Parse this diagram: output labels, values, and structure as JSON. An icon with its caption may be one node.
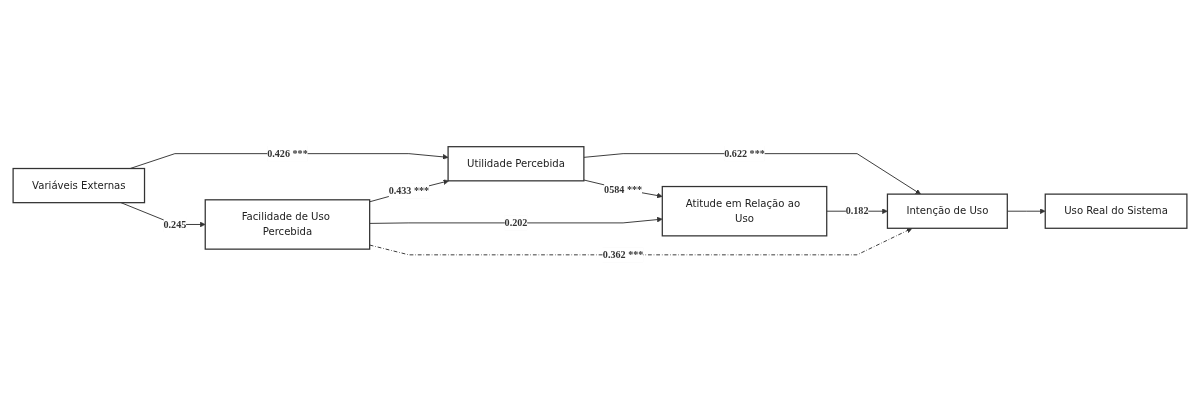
{
  "diagram": {
    "nodes": [
      {
        "text": [
          "Variáveis Externas"
        ]
      },
      {
        "text": [
          "Utilidade Percebida"
        ]
      },
      {
        "text": [
          "Facilidade de Uso Percebida"
        ]
      },
      {
        "text": [
          "Atitude em Relação ao Uso"
        ]
      },
      {
        "text": [
          "Intenção de Uso"
        ]
      },
      {
        "text": [
          "Uso Real do Sistema"
        ]
      }
    ],
    "edges": [
      {
        "from": 0,
        "to": 1,
        "arrow": "to",
        "label": "0.426 ***"
      },
      {
        "from": 0,
        "to": 2,
        "arrow": "to",
        "label": "0.245"
      },
      {
        "from": 2,
        "to": 1,
        "arrow": "to",
        "label": "0.433 ***"
      },
      {
        "from": 1,
        "to": 3,
        "arrow": "to",
        "label": "0584 ***"
      },
      {
        "from": 1,
        "to": 4,
        "arrow": "to",
        "label": "0.622 ***"
      },
      {
        "from": 2,
        "to": 3,
        "arrow": "to",
        "label": "0.202"
      },
      {
        "from": 3,
        "to": 4,
        "arrow": "to",
        "label": "0.182"
      },
      {
        "from": 2,
        "to": 4,
        "arrow": "to",
        "label": "0.362 ***",
        "style": "dashed"
      },
      {
        "from": 4,
        "to": 5,
        "arrow": "to"
      }
    ]
  }
}
